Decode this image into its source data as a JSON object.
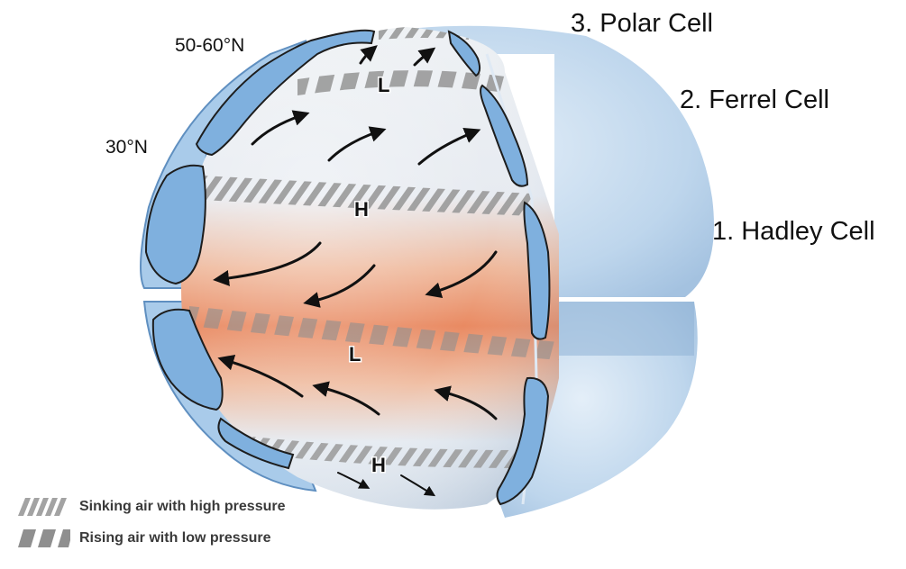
{
  "labels": {
    "polar_cell": "3. Polar Cell",
    "ferrel_cell": "2. Ferrel Cell",
    "hadley_cell": "1. Hadley Cell",
    "lat_50_60": "50-60°N",
    "lat_30": "30°N"
  },
  "pressure_markers": {
    "polar_low": "L",
    "subtropical_high": "H",
    "equatorial_low": "L",
    "southern_high": "H"
  },
  "legend": {
    "sinking": "Sinking air with high pressure",
    "rising": "Rising air with low pressure"
  },
  "colors": {
    "globe_light": "#eef2f6",
    "globe_warm": "#e9825a",
    "cell_blue": "#7fb0de",
    "shell_blue": "#a9cbea",
    "arrow": "#111111",
    "sinking_stripe": "#9a9a9a",
    "rising_stripe": "#8a8a8a"
  }
}
